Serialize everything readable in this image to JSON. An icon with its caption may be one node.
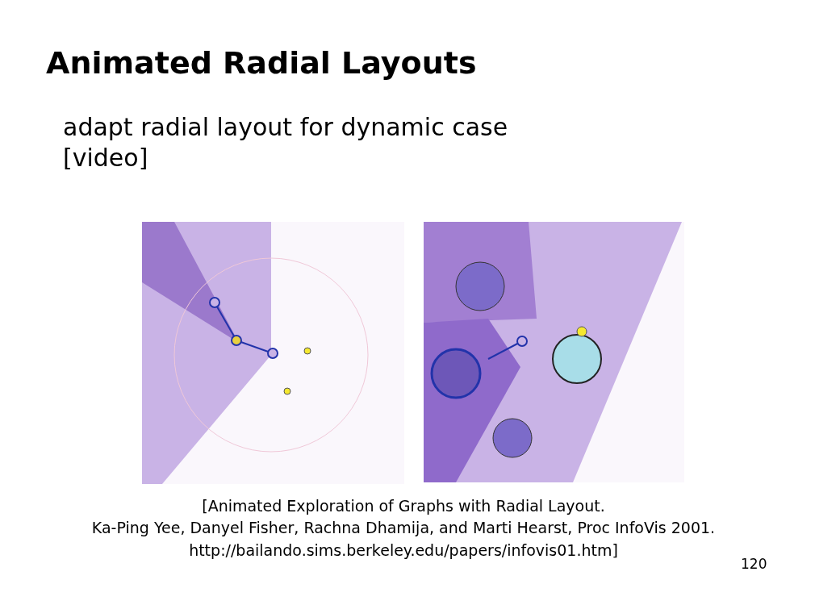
{
  "diagram": {
    "title": "Animated Radial Layouts",
    "labels": [
      "adapt radial layout for dynamic case",
      "[video]",
      "[Animated Exploration of Graphs with Radial Layout.",
      "Ka-Ping Yee, Danyel Fisher, Rachna Dhamija, and Marti Hearst, Proc InfoVis 2001.",
      "http://bailando.sims.berkeley.edu/papers/infovis01.htm]",
      "120"
    ]
  }
}
